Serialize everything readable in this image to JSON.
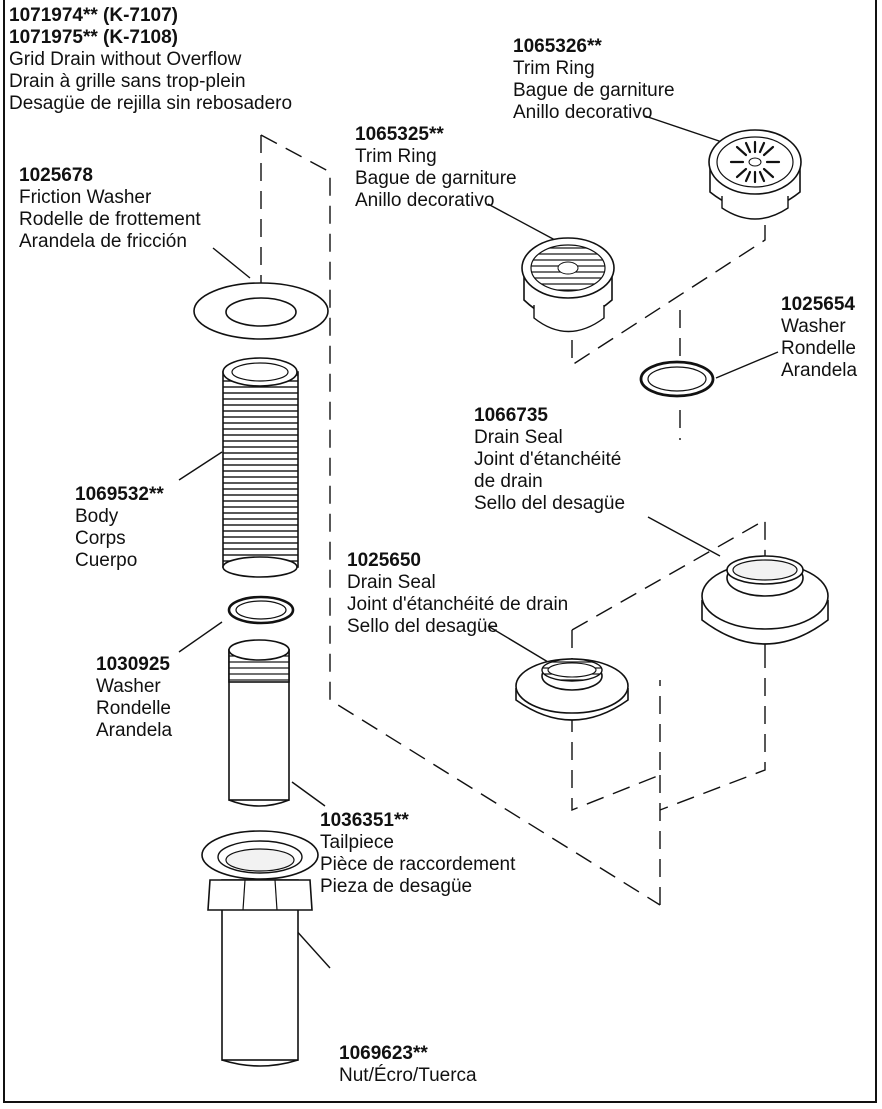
{
  "labels": {
    "grid_drain": {
      "part_numbers": [
        "1071974** (K-7107)",
        "1071975** (K-7108)"
      ],
      "lines": [
        "Grid Drain without Overflow",
        "Drain à grille sans trop-plein",
        "Desagüe de rejilla sin rebosadero"
      ]
    },
    "trim_ring_1065326": {
      "part_number": "1065326**",
      "lines": [
        "Trim Ring",
        "Bague de garniture",
        "Anillo decorativo"
      ]
    },
    "trim_ring_1065325": {
      "part_number": "1065325**",
      "lines": [
        "Trim Ring",
        "Bague de garniture",
        "Anillo decorativo"
      ]
    },
    "friction_washer": {
      "part_number": "1025678",
      "lines": [
        "Friction Washer",
        "Rodelle de frottement",
        "Arandela de fricción"
      ]
    },
    "washer_1025654": {
      "part_number": "1025654",
      "lines": [
        "Washer",
        "Rondelle",
        "Arandela"
      ]
    },
    "drain_seal_1066735": {
      "part_number": "1066735",
      "lines": [
        "Drain Seal",
        "Joint d'étanchéité",
        "de drain",
        "Sello del desagüe"
      ]
    },
    "body": {
      "part_number": "1069532**",
      "lines": [
        "Body",
        "Corps",
        "Cuerpo"
      ]
    },
    "drain_seal_1025650": {
      "part_number": "1025650",
      "lines": [
        "Drain Seal",
        "Joint d'étanchéité de drain",
        "Sello del desagüe"
      ]
    },
    "washer_1030925": {
      "part_number": "1030925",
      "lines": [
        "Washer",
        "Rondelle",
        "Arandela"
      ]
    },
    "tailpiece": {
      "part_number": "1036351**",
      "lines": [
        "Tailpiece",
        "Pièce de raccordement",
        "Pieza de desagüe"
      ]
    },
    "nut": {
      "part_number": "1069623**",
      "lines": [
        "Nut/Écro/Tuerca"
      ]
    }
  },
  "colors": {
    "line": "#111111",
    "fill": "#ffffff",
    "light_fill": "#f2f2f2"
  }
}
